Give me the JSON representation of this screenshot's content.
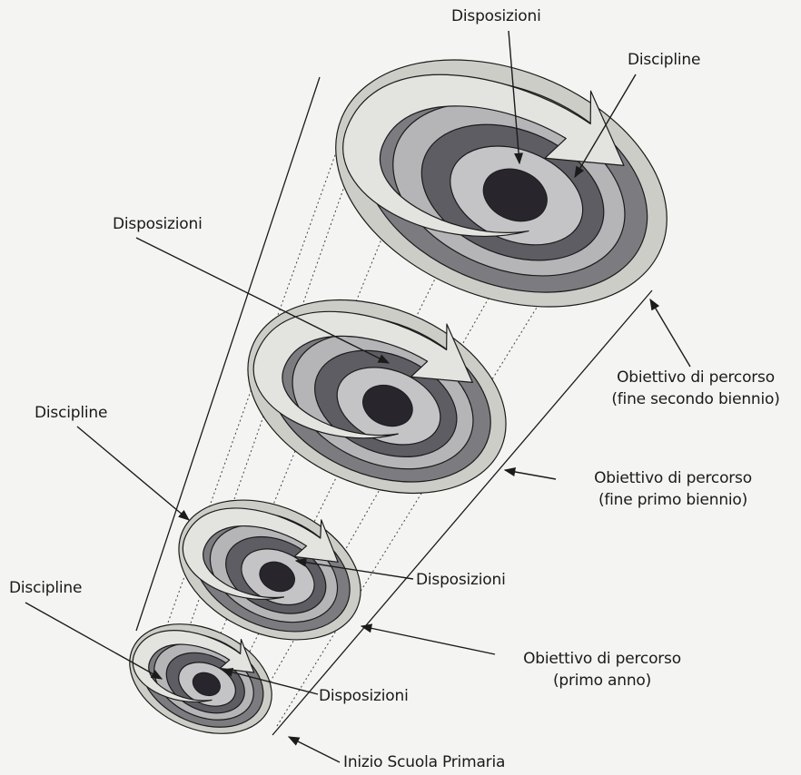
{
  "levels": [
    {
      "id": "top",
      "disposizioni": "Disposizioni",
      "discipline": "Discipline",
      "objective_line1": "Obiettivo di percorso",
      "objective_line2": "(fine secondo biennio)"
    },
    {
      "id": "second",
      "disposizioni": "Disposizioni",
      "objective_line1": "Obiettivo di percorso",
      "objective_line2": "(fine primo biennio)"
    },
    {
      "id": "third",
      "discipline": "Discipline",
      "disposizioni": "Disposizioni",
      "objective_line1": "Obiettivo di percorso",
      "objective_line2": "(primo anno)"
    },
    {
      "id": "bottom",
      "discipline": "Discipline",
      "disposizioni": "Disposizioni",
      "start": "Inizio Scuola Primaria"
    }
  ],
  "colors": {
    "outer": "#cdcdc8",
    "ring2": "#7b7b80",
    "ring3": "#b5b5b7",
    "ring4": "#5d5d63",
    "ring5": "#c4c4c6",
    "core": "#28262c",
    "arrow": "#e3e3e0",
    "stroke": "#1b1b1b"
  }
}
